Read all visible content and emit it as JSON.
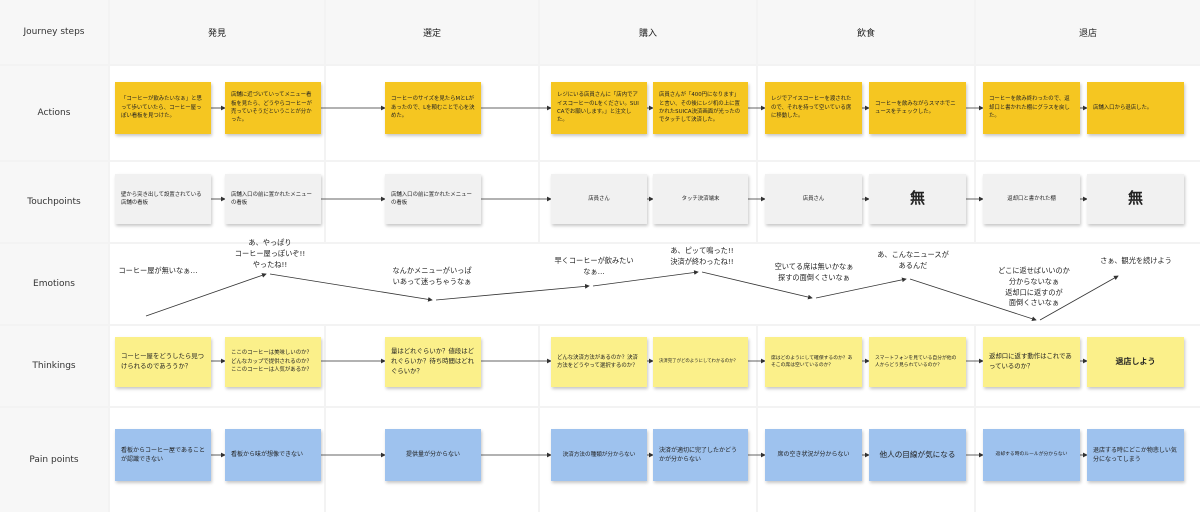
{
  "row_labels": [
    "Journey steps",
    "Actions",
    "Touchpoints",
    "Emotions",
    "Thinkings",
    "Pain points"
  ],
  "stages": [
    "発見",
    "選定",
    "購入",
    "飲食",
    "退店"
  ],
  "actions": [
    "「コーヒーが飲みたいなぁ」と思って歩いていたら、コーヒー屋っぽい看板を見つけた。",
    "店舗に近づいていってメニュー看板を見たら、どうやらコーヒーが売っていそうだということが分かった。",
    "コーヒーのサイズを見たらMとLがあったので、Lを頼むことで心を決めた。",
    "レジにいる店員さんに「店内でアイスコーヒーのLをください。SUICAでお願いします。」と注文した。",
    "店員さんが「400円になります」と言い、その後にレジ机の上に置かれたSUICA決済画面が光ったのでタッチして決済した。",
    "レジでアイスコーヒーを渡されたので、それを持って空いている席に移動した。",
    "コーヒーを飲みながらスマホでニュースをチェックした。",
    "コーヒーを飲み終わったので、返却口と書かれた棚にグラスを戻した。",
    "店舗入口から退店した。"
  ],
  "touchpoints": [
    "壁から突き出して設置されている店舗の看板",
    "店舗入口の前に置かれたメニューの看板",
    "店舗入口の前に置かれたメニューの看板",
    "店員さん",
    "タッチ決済端末",
    "店員さん",
    "無",
    "返却口と書かれた棚",
    "無"
  ],
  "emotions": [
    "コーヒー屋が無いなぁ…",
    "あ、やっぱり\nコーヒー屋っぽいぞ!!\nやったね!!",
    "なんかメニューがいっぱ\nいあって迷っちゃうなぁ",
    "早くコーヒーが飲みたい\nなぁ…",
    "あ、ピッて鳴った!!\n決済が終わったね!!",
    "空いてる席は無いかなぁ\n探すの面倒くさいなぁ",
    "あ、こんなニュースが\nあるんだ",
    "どこに返せばいいのか\n分からないなぁ\n返却口に返すのが\n面倒くさいなぁ",
    "さぁ、観光を続けよう"
  ],
  "thinkings": [
    "コーヒー屋をどうしたら見つけられるのであろうか？",
    "ここのコーヒーは美味しいのか？どんなカップで提供されるのか？ここのコーヒーは人気があるか？",
    "量はどれぐらいか？値段はどれぐらいか？待ち時間はどれぐらいか？",
    "どんな決済方法があるのか？決済方法をどうやって選択するのか？",
    "決済完了がどのようにしてわかるのか？",
    "席はどのようにして確保するのか？あそこの席は空いているのか？",
    "スマートフォンを見ている自分が他の人からどう見られているのか？",
    "返却口に返す動作はこれであっているのか？",
    "退店しよう"
  ],
  "pain_points": [
    "看板からコーヒー屋であることが認識できない",
    "看板から味が想像できない",
    "提供量が分からない",
    "決済方法の種類が分からない",
    "決済が適切に完了したかどうかが分からない",
    "席の空き状況が分からない",
    "他人の目線が気になる",
    "返却する時のルールが分からない",
    "退店する時にどこか物悲しい気分になってしまう"
  ]
}
